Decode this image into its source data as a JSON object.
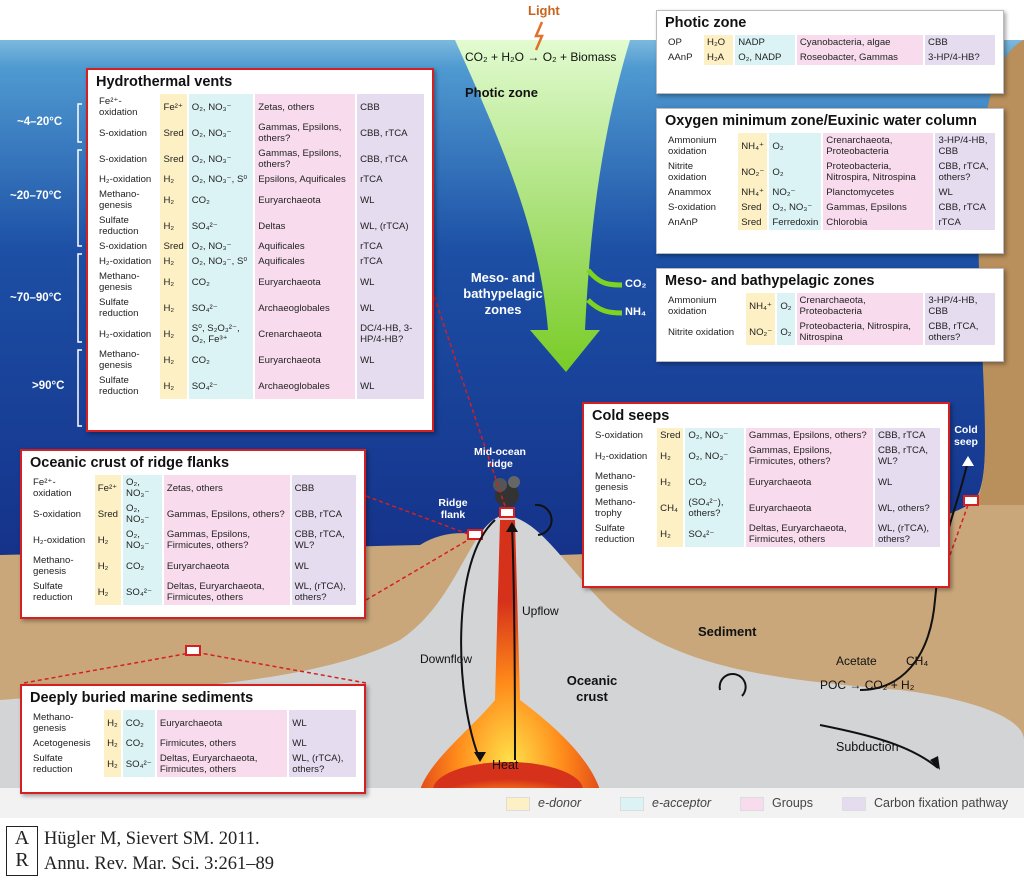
{
  "light_label": "Light",
  "equation": {
    "left": "CO₂ + H₂O",
    "right": "O₂ + Biomass"
  },
  "zone_labels": {
    "photic": "Photic zone",
    "meso": [
      "Meso- and",
      "bathypelagic",
      "zones"
    ],
    "mid_ocean_ridge": [
      "Mid-ocean",
      "ridge"
    ],
    "ridge_flank": [
      "Ridge",
      "flank"
    ],
    "cold_seep": [
      "Cold",
      "seep"
    ],
    "sediment": "Sediment",
    "oceanic_crust": [
      "Oceanic",
      "crust"
    ],
    "downflow": "Downflow",
    "upflow": "Upflow",
    "heat": "Heat",
    "subduction": "Subduction",
    "co2_out": "CO₂",
    "nh4_out": "NH₄",
    "acetate": "Acetate",
    "ch4": "CH₄",
    "poc": "POC",
    "co2_h2": "CO₂ + H₂"
  },
  "temperatures": [
    "~4–20°C",
    "~20–70°C",
    "~70–90°C",
    ">90°C"
  ],
  "boxes": {
    "hydrothermal": {
      "title": "Hydrothermal vents",
      "rows": [
        [
          "Fe²⁺-oxidation",
          "Fe²⁺",
          "O₂, NO₃⁻",
          "Zetas, others",
          "CBB"
        ],
        [
          "S-oxidation",
          "S_red",
          "O₂, NO₃⁻",
          "Gammas, Epsilons, others?",
          "CBB, rTCA"
        ],
        [
          "S-oxidation",
          "S_red",
          "O₂, NO₃⁻",
          "Gammas, Epsilons, others?",
          "CBB, rTCA"
        ],
        [
          "H₂-oxidation",
          "H₂",
          "O₂, NO₃⁻, S⁰",
          "Epsilons, Aquificales",
          "rTCA"
        ],
        [
          "Methano-genesis",
          "H₂",
          "CO₂",
          "Euryarchaeota",
          "WL"
        ],
        [
          "Sulfate reduction",
          "H₂",
          "SO₄²⁻",
          "Deltas",
          "WL, (rTCA)"
        ],
        [
          "S-oxidation",
          "S_red",
          "O₂, NO₃⁻",
          "Aquificales",
          "rTCA"
        ],
        [
          "H₂-oxidation",
          "H₂",
          "O₂, NO₃⁻, S⁰",
          "Aquificales",
          "rTCA"
        ],
        [
          "Methano-genesis",
          "H₂",
          "CO₂",
          "Euryarchaeota",
          "WL"
        ],
        [
          "Sulfate reduction",
          "H₂",
          "SO₄²⁻",
          "Archaeoglobales",
          "WL"
        ],
        [
          "H₂-oxidation",
          "H₂",
          "S⁰, S₂O₃²⁻, O₂, Fe³⁺",
          "Crenarchaeota",
          "DC/4-HB, 3-HP/4-HB?"
        ],
        [
          "Methano-genesis",
          "H₂",
          "CO₂",
          "Euryarchaeota",
          "WL"
        ],
        [
          "Sulfate reduction",
          "H₂",
          "SO₄²⁻",
          "Archaeoglobales",
          "WL"
        ]
      ]
    },
    "photic": {
      "title": "Photic zone",
      "rows": [
        [
          "OP",
          "H₂O",
          "NADP",
          "Cyanobacteria, algae",
          "CBB"
        ],
        [
          "AAnP",
          "H₂A",
          "O₂, NADP",
          "Roseobacter, Gammas",
          "3-HP/4-HB?"
        ]
      ]
    },
    "omz": {
      "title": "Oxygen minimum zone/Euxinic water column",
      "rows": [
        [
          "Ammonium oxidation",
          "NH₄⁺",
          "O₂",
          "Crenarchaeota, Proteobacteria",
          "3-HP/4-HB, CBB"
        ],
        [
          "Nitrite oxidation",
          "NO₂⁻",
          "O₂",
          "Proteobacteria, Nitrospira, Nitrospina",
          "CBB, rTCA, others?"
        ],
        [
          "Anammox",
          "NH₄⁺",
          "NO₂⁻",
          "Planctomycetes",
          "WL"
        ],
        [
          "S-oxidation",
          "S_red",
          "O₂, NO₃⁻",
          "Gammas, Epsilons",
          "CBB, rTCA"
        ],
        [
          "AnAnP",
          "S_red",
          "Ferredoxin",
          "Chlorobia",
          "rTCA"
        ]
      ]
    },
    "meso": {
      "title": "Meso- and bathypelagic zones",
      "rows": [
        [
          "Ammonium oxidation",
          "NH₄⁺",
          "O₂",
          "Crenarchaeota, Proteobacteria",
          "3-HP/4-HB, CBB"
        ],
        [
          "Nitrite oxidation",
          "NO₂⁻",
          "O₂",
          "Proteobacteria, Nitrospira, Nitrospina",
          "CBB, rTCA, others?"
        ]
      ]
    },
    "seeps": {
      "title": "Cold seeps",
      "rows": [
        [
          "S-oxidation",
          "S_red",
          "O₂, NO₃⁻",
          "Gammas, Epsilons, others?",
          "CBB, rTCA"
        ],
        [
          "H₂-oxidation",
          "H₂",
          "O₂, NO₃⁻",
          "Gammas, Epsilons, Firmicutes, others?",
          "CBB, rTCA, WL?"
        ],
        [
          "Methano-genesis",
          "H₂",
          "CO₂",
          "Euryarchaeota",
          "WL"
        ],
        [
          "Methano-trophy",
          "CH₄",
          "(SO₄²⁻), others?",
          "Euryarchaeota",
          "WL, others?"
        ],
        [
          "Sulfate reduction",
          "H₂",
          "SO₄²⁻",
          "Deltas, Euryarchaeota, Firmicutes, others",
          "WL, (rTCA), others?"
        ]
      ]
    },
    "crust": {
      "title": "Oceanic crust of ridge flanks",
      "rows": [
        [
          "Fe²⁺-oxidation",
          "Fe²⁺",
          "O₂, NO₃⁻",
          "Zetas, others",
          "CBB"
        ],
        [
          "S-oxidation",
          "S_red",
          "O₂, NO₃⁻",
          "Gammas, Epsilons, others?",
          "CBB, rTCA"
        ],
        [
          "H₂-oxidation",
          "H₂",
          "O₂, NO₃⁻",
          "Gammas, Epsilons, Firmicutes, others?",
          "CBB, rTCA, WL?"
        ],
        [
          "Methano-genesis",
          "H₂",
          "CO₂",
          "Euryarchaeota",
          "WL"
        ],
        [
          "Sulfate reduction",
          "H₂",
          "SO₄²⁻",
          "Deltas, Euryarchaeota, Firmicutes, others",
          "WL, (rTCA), others?"
        ]
      ]
    },
    "buried": {
      "title": "Deeply buried marine sediments",
      "rows": [
        [
          "Methano-genesis",
          "H₂",
          "CO₂",
          "Euryarchaeota",
          "WL"
        ],
        [
          "Acetogenesis",
          "H₂",
          "CO₂",
          "Firmicutes, others",
          "WL"
        ],
        [
          "Sulfate reduction",
          "H₂",
          "SO₄²⁻",
          "Deltas, Euryarchaeota, Firmicutes, others",
          "WL, (rTCA), others?"
        ]
      ]
    }
  },
  "legend": [
    "e-donor",
    "e-acceptor",
    "Groups",
    "Carbon fixation pathway"
  ],
  "legend_colors": [
    "#fdf0c4",
    "#dcf3f6",
    "#f8dcee",
    "#e5dcef"
  ],
  "citation": [
    "Hügler M, Sievert SM. 2011.",
    "Annu. Rev. Mar. Sci. 3:261–89"
  ]
}
